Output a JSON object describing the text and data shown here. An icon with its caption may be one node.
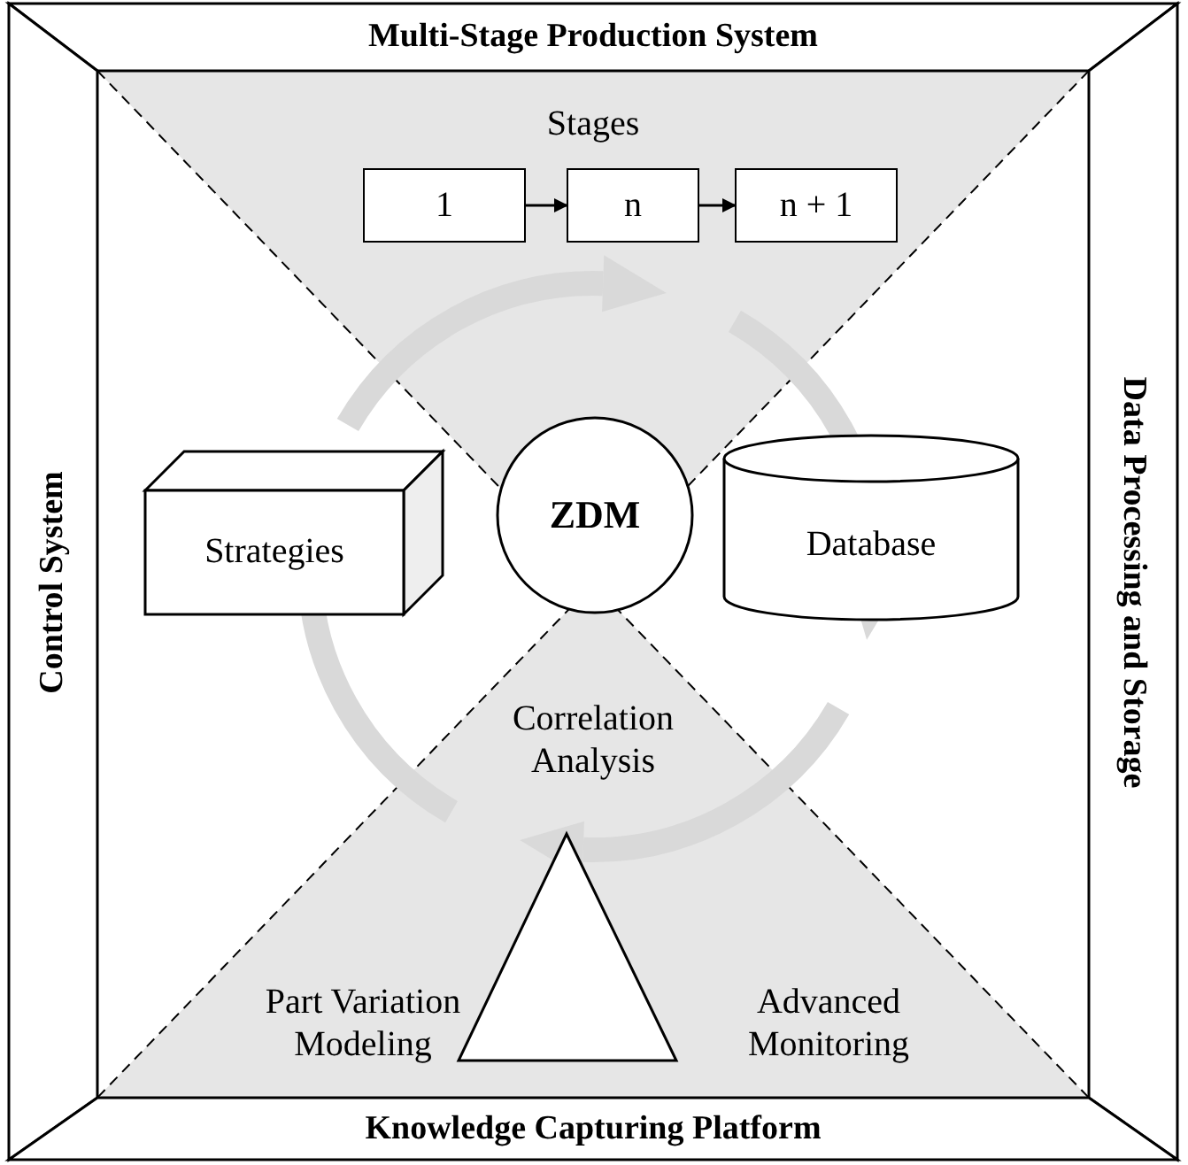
{
  "diagram": {
    "nodes": [
      {
        "text": [
          "Multi-Stage Production System"
        ]
      },
      {
        "text": [
          "Control System"
        ]
      },
      {
        "text": [
          "Data Processing and Storage"
        ]
      },
      {
        "text": [
          "Knowledge Capturing Platform"
        ]
      },
      {
        "text": [
          "1"
        ]
      },
      {
        "text": [
          "n"
        ]
      },
      {
        "text": [
          "n + 1"
        ]
      },
      {
        "text": [
          "Strategies"
        ]
      },
      {
        "text": [
          "ZDM"
        ]
      },
      {
        "text": [
          "Database"
        ]
      },
      {
        "text": [],
        "shape": "triangle"
      }
    ],
    "edges": [
      {
        "from": 4,
        "to": 5,
        "arrow": "to"
      },
      {
        "from": 5,
        "to": 6,
        "arrow": "to"
      }
    ],
    "labels": [
      "Stages",
      "Correlation Analysis",
      "Part Variation Modeling",
      "Advanced Monitoring"
    ]
  }
}
